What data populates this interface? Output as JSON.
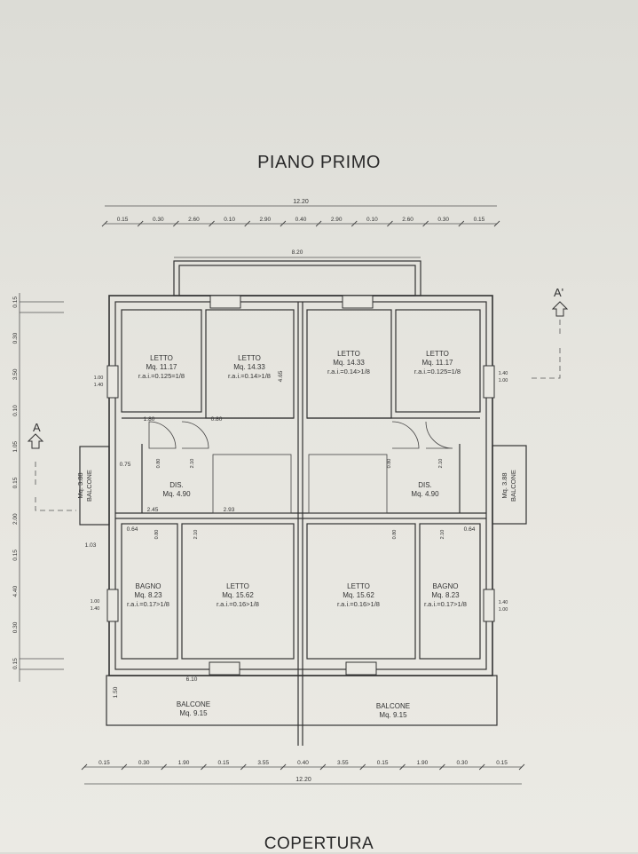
{
  "title": "PIANO PRIMO",
  "next_title": "COPERTURA",
  "section_labels": [
    "A",
    "A'"
  ],
  "rooms": [
    {
      "name": "LETTO",
      "area": "Mq. 11.17",
      "rai": "r.a.i.=0.125=1/8"
    },
    {
      "name": "LETTO",
      "area": "Mq. 14.33",
      "rai": "r.a.i.=0.14>1/8"
    },
    {
      "name": "LETTO",
      "area": "Mq. 14.33",
      "rai": "r.a.i.=0.14>1/8"
    },
    {
      "name": "LETTO",
      "area": "Mq. 11.17",
      "rai": "r.a.i.=0.125=1/8"
    },
    {
      "name": "DIS.",
      "area": "Mq. 4.90",
      "rai": ""
    },
    {
      "name": "DIS.",
      "area": "Mq. 4.90",
      "rai": ""
    },
    {
      "name": "BAGNO",
      "area": "Mq. 8.23",
      "rai": "r.a.i.=0.17>1/8"
    },
    {
      "name": "LETTO",
      "area": "Mq. 15.62",
      "rai": "r.a.i.=0.16>1/8"
    },
    {
      "name": "LETTO",
      "area": "Mq. 15.62",
      "rai": "r.a.i.=0.16>1/8"
    },
    {
      "name": "BAGNO",
      "area": "Mq. 8.23",
      "rai": "r.a.i.=0.17>1/8"
    },
    {
      "name": "BALCONE",
      "area": "Mq. 9.15",
      "rai": ""
    },
    {
      "name": "BALCONE",
      "area": "Mq. 9.15",
      "rai": ""
    },
    {
      "name": "BALCONE",
      "area": "Mq. 3.88",
      "rai": ""
    },
    {
      "name": "BALCONE",
      "area": "Mq. 3.88",
      "rai": ""
    }
  ],
  "dims_top_total": "12.20",
  "dims_top_row": [
    "0.15",
    "0.30",
    "2.60",
    "0.10",
    "2.90",
    "0.40",
    "2.90",
    "0.10",
    "2.60",
    "0.30",
    "0.15"
  ],
  "dims_bottom_total": "12.20",
  "dims_bottom_row": [
    "0.15",
    "0.30",
    "1.90",
    "0.15",
    "3.55",
    "0.40",
    "3.55",
    "0.15",
    "1.90",
    "0.30",
    "0.15"
  ],
  "dims_left": [
    "0.15",
    "0.30",
    "3.50",
    "0.10",
    "1.05",
    "0.15",
    "2.00",
    "0.15",
    "4.40",
    "0.30",
    "0.15"
  ],
  "dims_inner": [
    "8.20",
    "1.80",
    "0.80",
    "2.45",
    "2.93",
    "6.10",
    "4.65",
    "1.03",
    "0.75",
    "0.64",
    "1.50",
    "0.64"
  ],
  "window_labels": [
    "1.40",
    "1.00",
    "1.40",
    "1.00"
  ],
  "door_labels": [
    "0.80",
    "2.10",
    "0.90",
    "2.10"
  ]
}
